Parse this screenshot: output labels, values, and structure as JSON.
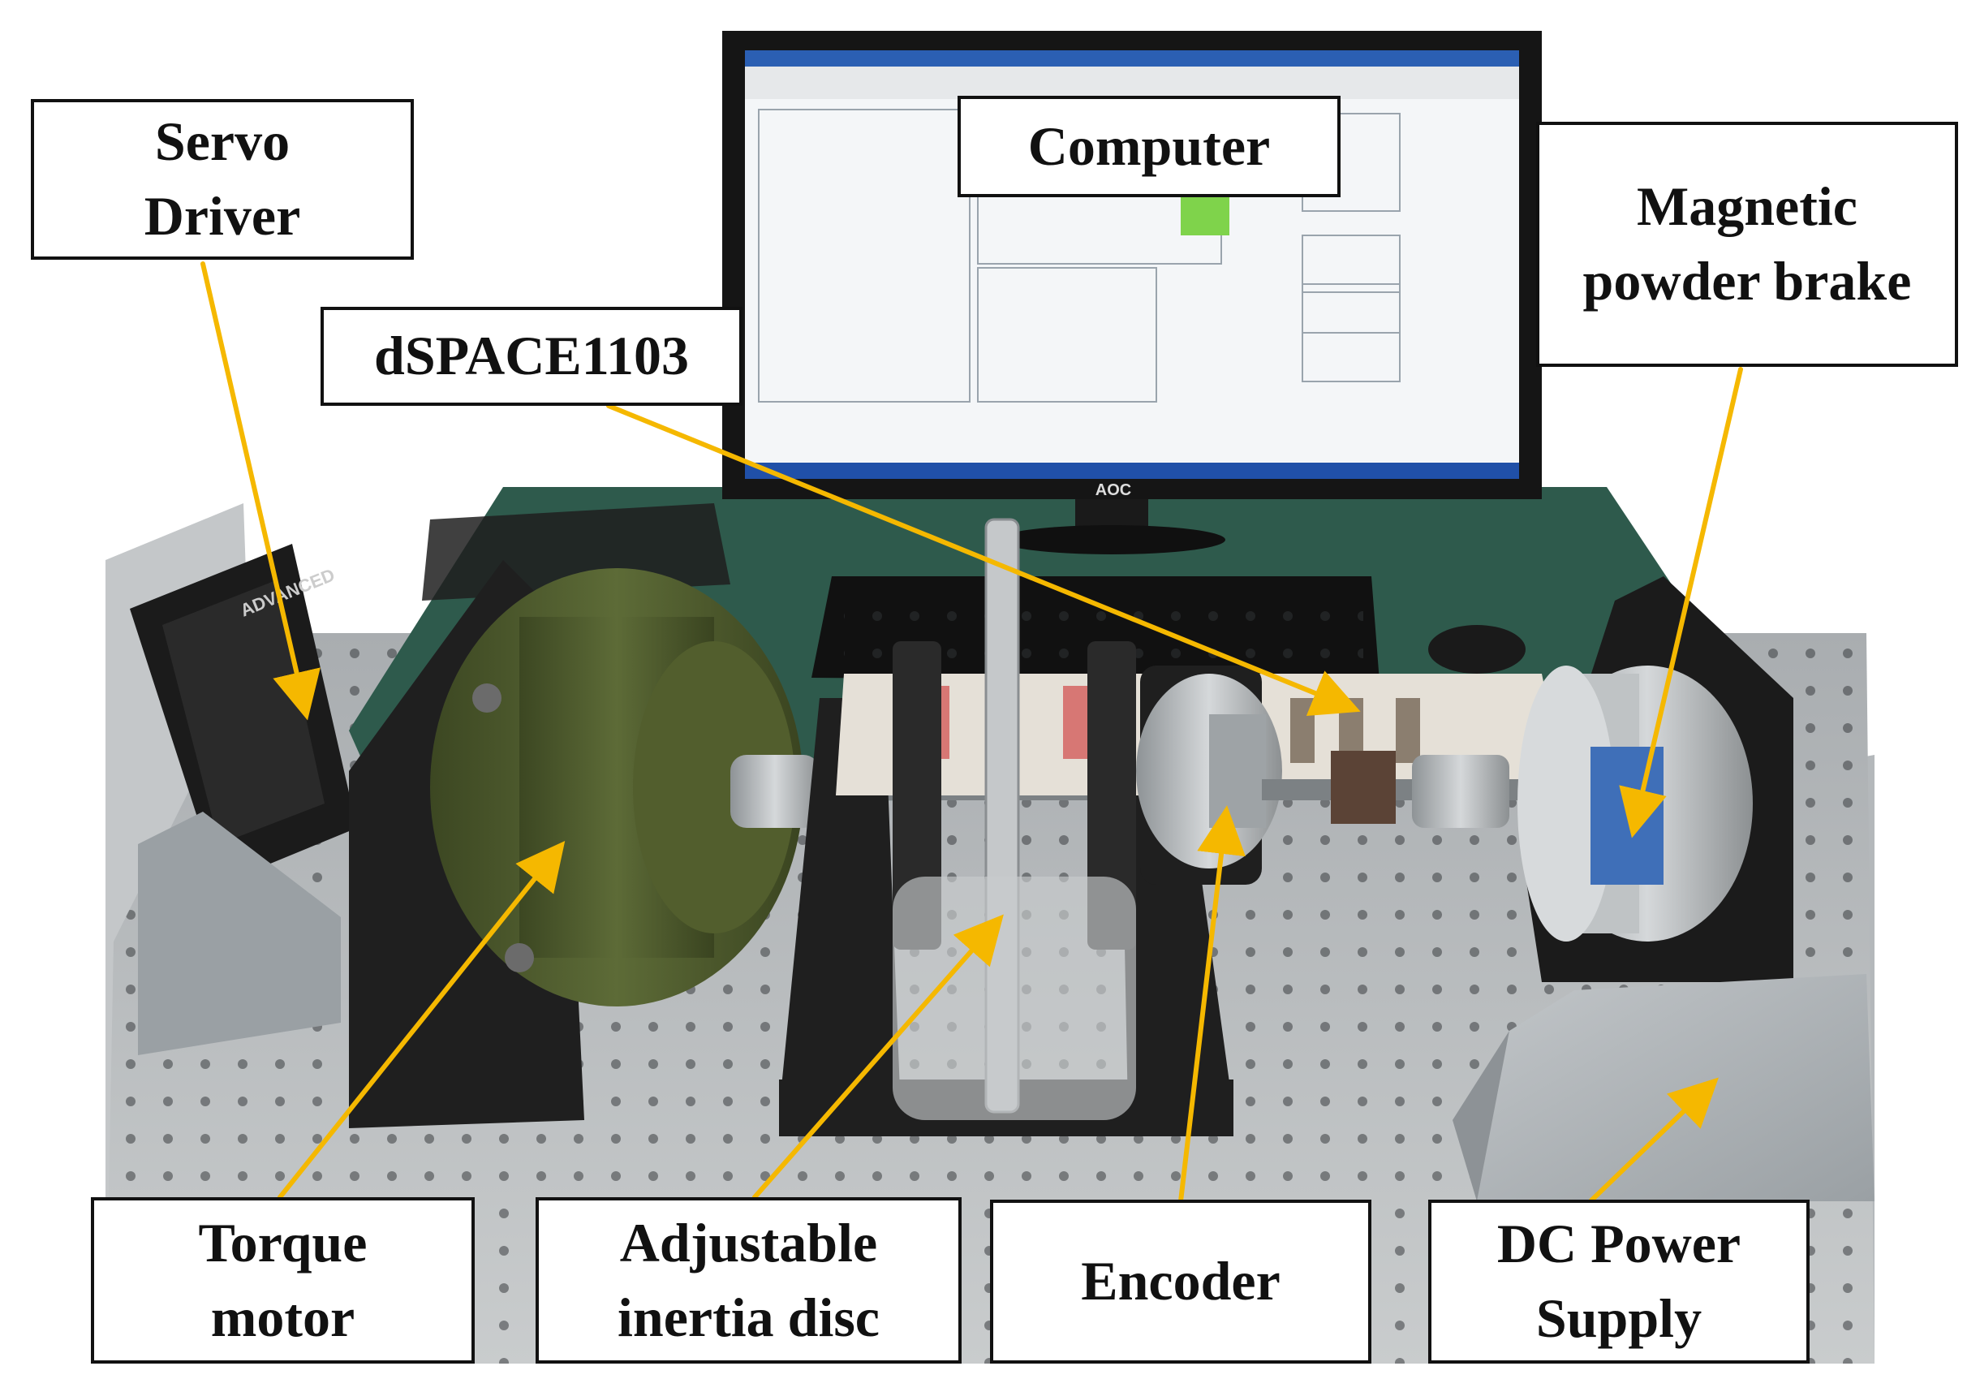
{
  "colors": {
    "arrow": "#f5b800",
    "mat": "#2e5a4c",
    "table": "#b9bcbd",
    "steel_dark": "#222222",
    "motor_green": "#4d5a2e",
    "monitor_frame": "#151515",
    "screen": "#f4f6f8"
  },
  "monitor": {
    "brand": "AOC"
  },
  "servo_driver_device": {
    "brand": "ADVANCED"
  },
  "labels": {
    "servo_driver": [
      "Servo",
      "Driver"
    ],
    "computer": "Computer",
    "magnetic_powder_brake": [
      "Magnetic",
      "powder brake"
    ],
    "dspace": "dSPACE1103",
    "torque_motor": [
      "Torque",
      "motor"
    ],
    "inertia_disc": [
      "Adjustable",
      "inertia disc"
    ],
    "encoder": "Encoder",
    "dc_power_supply": [
      "DC Power",
      "Supply"
    ]
  }
}
